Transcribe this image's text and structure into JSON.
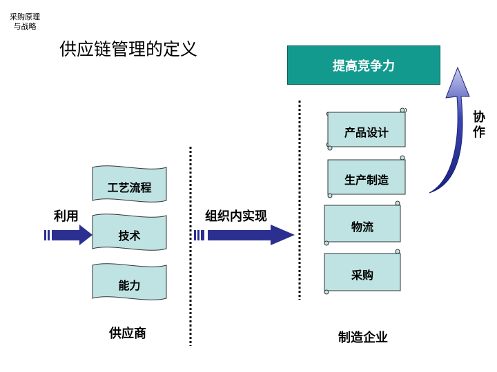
{
  "corner_tag": [
    "采购原理",
    "与战略"
  ],
  "title": "供应链管理的定义",
  "goal": "提高竞争力",
  "collaboration": [
    "协",
    "作"
  ],
  "supplier": {
    "items": [
      "工艺流程",
      "技术",
      "能力"
    ],
    "label": "供应商",
    "arrow_label": "利用"
  },
  "middle_arrow_label": "组织内实现",
  "enterprise": {
    "functions": [
      "产品设计",
      "生产制造",
      "物流",
      "采购"
    ],
    "label": "制造企业"
  },
  "colors": {
    "scroll_fill": "#bfe3e3",
    "goal_fill": "#139a8e",
    "arrow_fill": "#2b2f8f",
    "curved_arrow_fill": "#1f2a7a"
  }
}
